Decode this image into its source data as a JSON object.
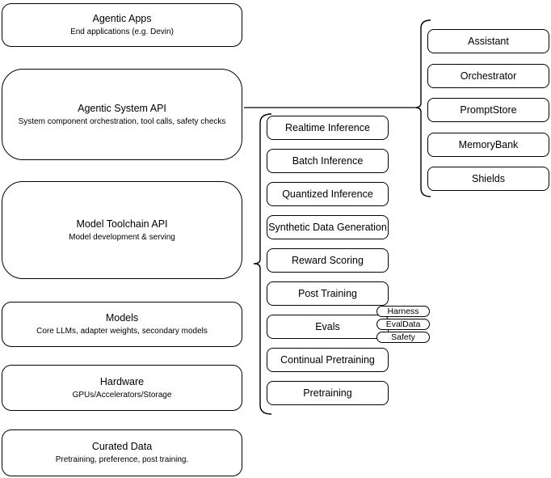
{
  "diagram": {
    "left_stack": [
      {
        "title": "Agentic Apps",
        "subtitle": "End applications (e.g. Devin)"
      },
      {
        "title": "Agentic System API",
        "subtitle": "System component orchestration, tool calls, safety checks"
      },
      {
        "title": "Model Toolchain API",
        "subtitle": "Model development & serving"
      },
      {
        "title": "Models",
        "subtitle": "Core LLMs, adapter weights, secondary models"
      },
      {
        "title": "Hardware",
        "subtitle": "GPUs/Accelerators/Storage"
      },
      {
        "title": "Curated Data",
        "subtitle": "Pretraining, preference, post training."
      }
    ],
    "toolchain_items": [
      "Realtime Inference",
      "Batch Inference",
      "Quantized Inference",
      "Synthetic Data Generation",
      "Reward Scoring",
      "Post Training",
      "Evals",
      "Continual Pretraining",
      "Pretraining"
    ],
    "eval_tags": [
      "Harness",
      "EvalData",
      "Safety"
    ],
    "system_components": [
      "Assistant",
      "Orchestrator",
      "PromptStore",
      "MemoryBank",
      "Shields"
    ],
    "colors": {
      "stroke": "#000000",
      "fill": "#ffffff",
      "background": "#ffffff"
    }
  }
}
